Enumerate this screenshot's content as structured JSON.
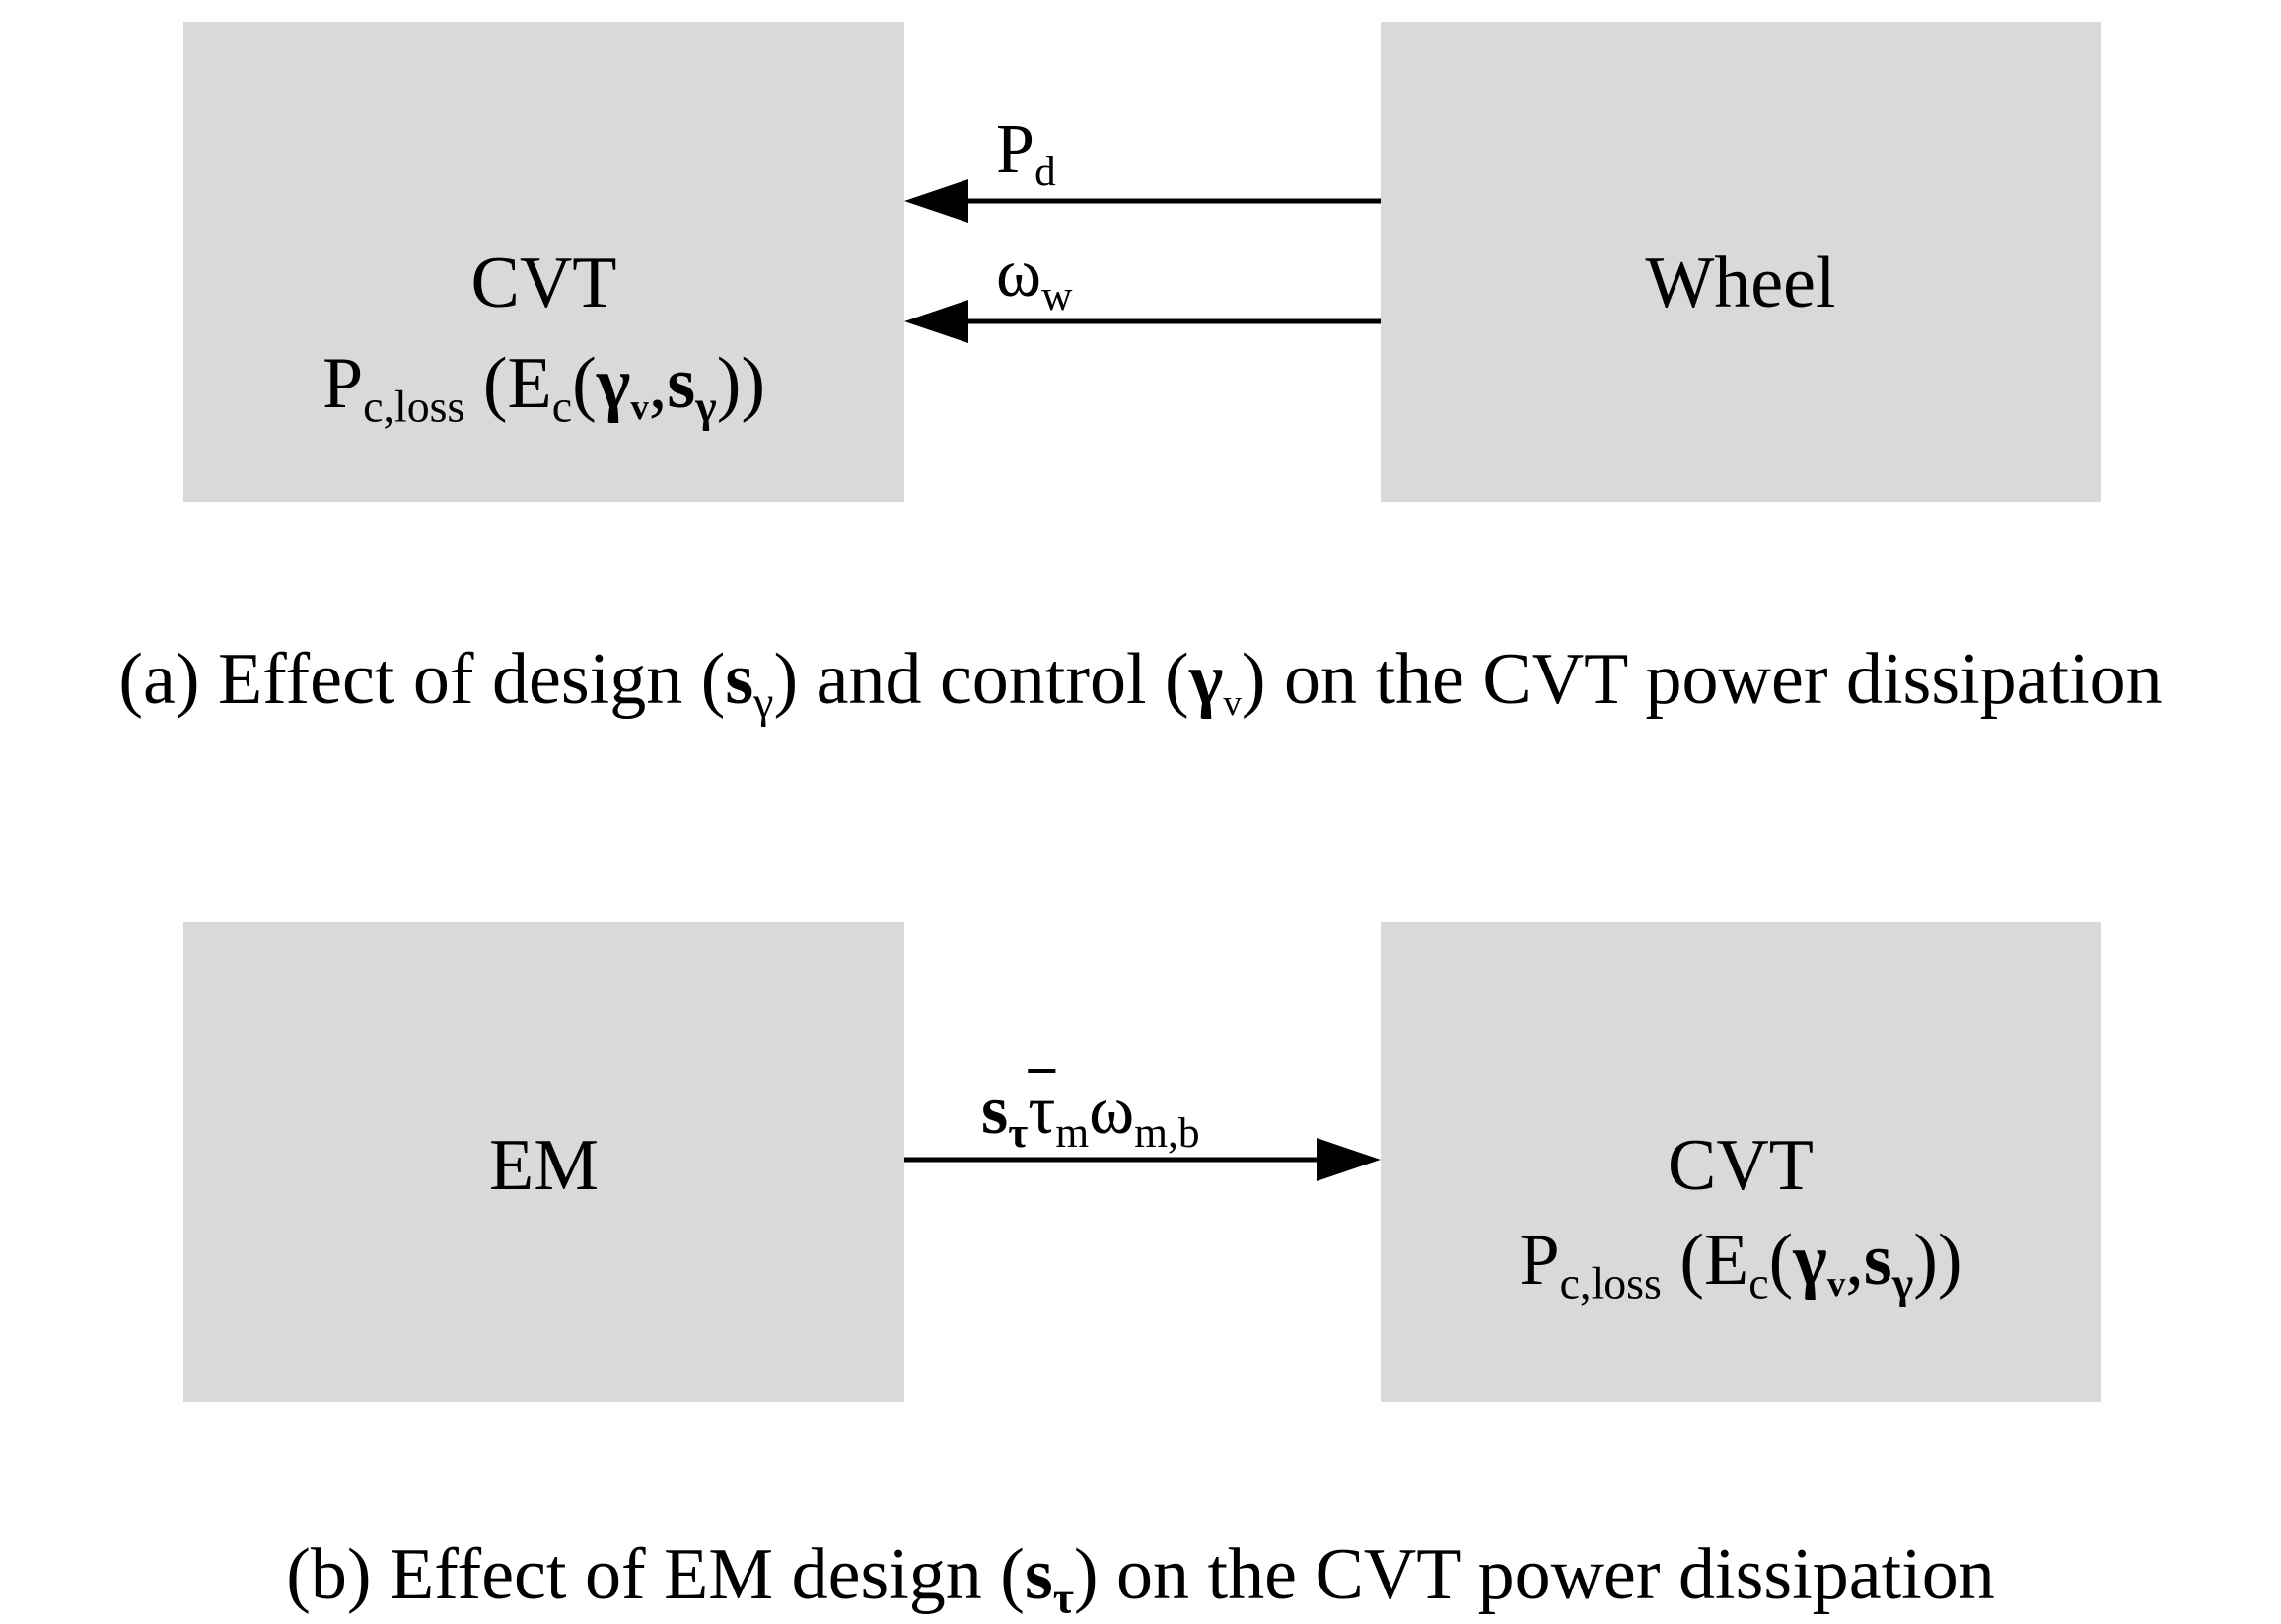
{
  "panel_a": {
    "left_box": {
      "title": "CVT",
      "loss": {
        "P": "P",
        "P_sub": "c,loss",
        "open": "(E",
        "E_sub": "c",
        "open2": "(",
        "gamma": "γ",
        "gamma_sub": "v",
        "comma": ",",
        "s": "s",
        "s_sub": "γ",
        "close": "))"
      }
    },
    "right_box": {
      "title": "Wheel"
    },
    "arrow_top_label": {
      "base": "P",
      "sub": "d"
    },
    "arrow_bottom_label": {
      "base": "ω",
      "sub": "w"
    },
    "caption": {
      "part1": "(a) Effect of design (",
      "s": "s",
      "s_sub": "γ",
      "part2": ") and control (",
      "gamma": "γ",
      "gamma_sub": "v",
      "part3": ") on the CVT power dissipation"
    }
  },
  "panel_b": {
    "left_box": {
      "title": "EM"
    },
    "right_box": {
      "title": "CVT",
      "loss": {
        "P": "P",
        "P_sub": "c,loss",
        "open": "(E",
        "E_sub": "c",
        "open2": "(",
        "gamma": "γ",
        "gamma_sub": "v",
        "comma": ",",
        "s": "s",
        "s_sub": "γ",
        "close": "))"
      }
    },
    "arrow_label": {
      "s": "s",
      "s_sub": "τ",
      "tau": "τ",
      "tau_sub": "m",
      "omega": "ω",
      "omega_sub": "m,b"
    },
    "caption": {
      "part1": "(b) Effect of EM design (",
      "s": "s",
      "s_sub": "τ",
      "part2": ") on the CVT power dissipation"
    }
  },
  "colors": {
    "box_fill": "#d9d9d9",
    "arrow": "#000000",
    "text": "#000000"
  }
}
